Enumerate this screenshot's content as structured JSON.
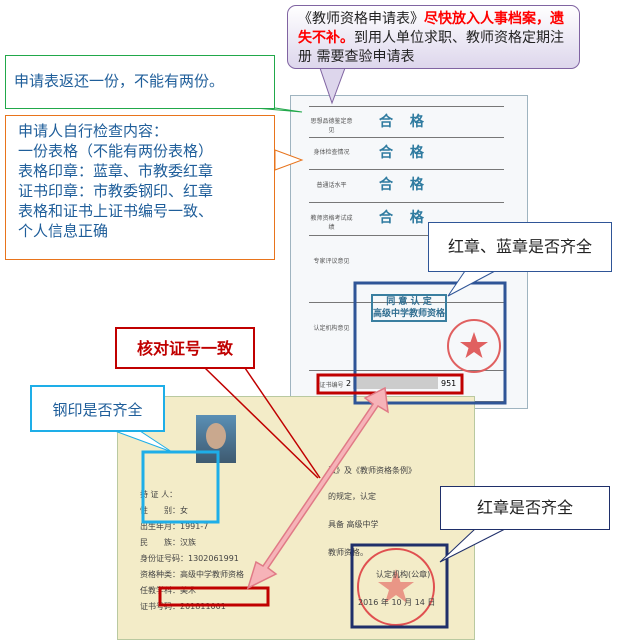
{
  "top_note": {
    "part1": "《教师资格申请表》",
    "part2_red": "尽快放入人事档案，遗失不补。",
    "part3": "到用人单位求职、教师资格定期注册 需要查验申请表"
  },
  "return_note": "申请表返还一份，不能有两份。",
  "check_note": {
    "title": "申请人自行检查内容：",
    "lines": [
      "一份表格（不能有两份表格）",
      "表格印章：蓝章、市教委红章",
      "证书印章：市教委钢印、红章",
      "表格和证书上证书编号一致、",
      "个人信息正确"
    ]
  },
  "stamp_note_form": "红章、蓝章是否齐全",
  "match_note": "核对证号一致",
  "seal_note": "钢印是否齐全",
  "stamp_note_cert": "红章是否齐全",
  "form": {
    "results": [
      "合 格",
      "合 格",
      "合 格",
      "合 格"
    ],
    "approve_stamp": [
      "同 意 认 定",
      "高级中学教师资格"
    ],
    "cert_no_prefix": "2",
    "cert_no_suffix": "951"
  },
  "certificate": {
    "header": "法》及《教师资格条例》",
    "fields": [
      "持 证 人：",
      "性　　别：女",
      "出生年月：1991-7",
      "民　　族：汉族",
      "身份证号码：1302061991",
      "资格种类：高级中学教师资格",
      "任教学科：美术",
      "证书号码：201811001"
    ],
    "right_lines": [
      "的规定，认定",
      "具备 高级中学",
      "教师资格。",
      "认定机构(公章)",
      "2016 年 10 月 14 日"
    ]
  },
  "colors": {
    "red": "#c00000",
    "blue": "#2f5597",
    "cyan": "#1eaee8",
    "green": "#21a84a",
    "orange": "#e8741c",
    "purple": "#8064a2"
  }
}
